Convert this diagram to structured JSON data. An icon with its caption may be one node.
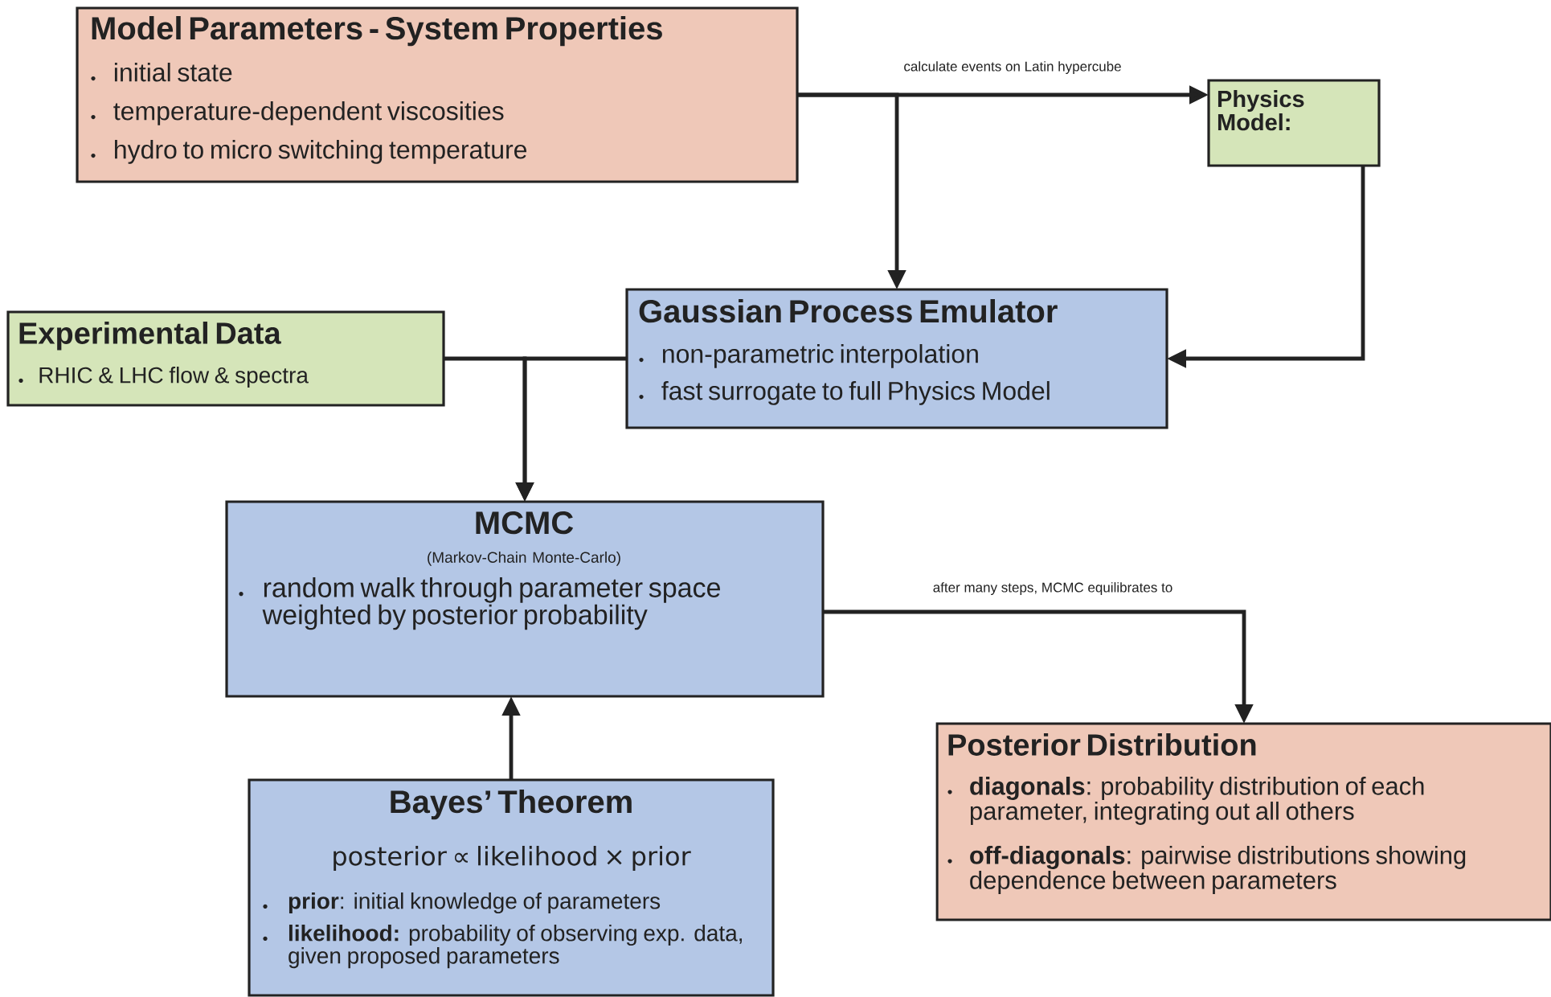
{
  "diagram": {
    "nodes": [
      {
        "text": [
          "Model Parameters - System Properties",
          "initial state",
          "temperature-dependent viscosities",
          "hydro to micro switching temperature"
        ]
      },
      {
        "text": [
          "Physics Model:"
        ]
      },
      {
        "text": [
          "Gaussian Process Emulator",
          "non-parametric interpolation",
          "fast surrogate to full Physics Model"
        ]
      },
      {
        "text": [
          "Experimental Data",
          "RHIC & LHC flow & spectra"
        ]
      },
      {
        "text": [
          "MCMC",
          "(Markov-Chain Monte-Carlo)",
          "random walk through parameter space weighted by posterior probability"
        ]
      },
      {
        "text": [
          "Posterior Distribution",
          "**diagonals**: probability distribution of each parameter, integrating out all others",
          "**off-diagonals**: pairwise distributions showing dependence between parameters"
        ]
      },
      {
        "text": [
          "Bayes’ Theorem",
          "posterior ∝ likelihood × prior",
          "**prior**: initial knowledge of parameters",
          "**likelihood:** probability of observing exp. data, given  proposed parameters"
        ]
      }
    ],
    "edges": [
      {
        "from": 0,
        "to": 1,
        "arrow": "to",
        "label": "calculate events on Latin hypercube"
      },
      {
        "from": 0,
        "to": 2,
        "arrow": "to"
      },
      {
        "from": 1,
        "to": 2,
        "arrow": "to"
      },
      {
        "from": 3,
        "to": 4,
        "arrow": "to"
      },
      {
        "from": 2,
        "to": 4,
        "arrow": "to"
      },
      {
        "from": 4,
        "to": 5,
        "arrow": "to",
        "label": "after many steps, MCMC equilibrates to"
      },
      {
        "from": 6,
        "to": 4,
        "arrow": "to"
      }
    ]
  }
}
